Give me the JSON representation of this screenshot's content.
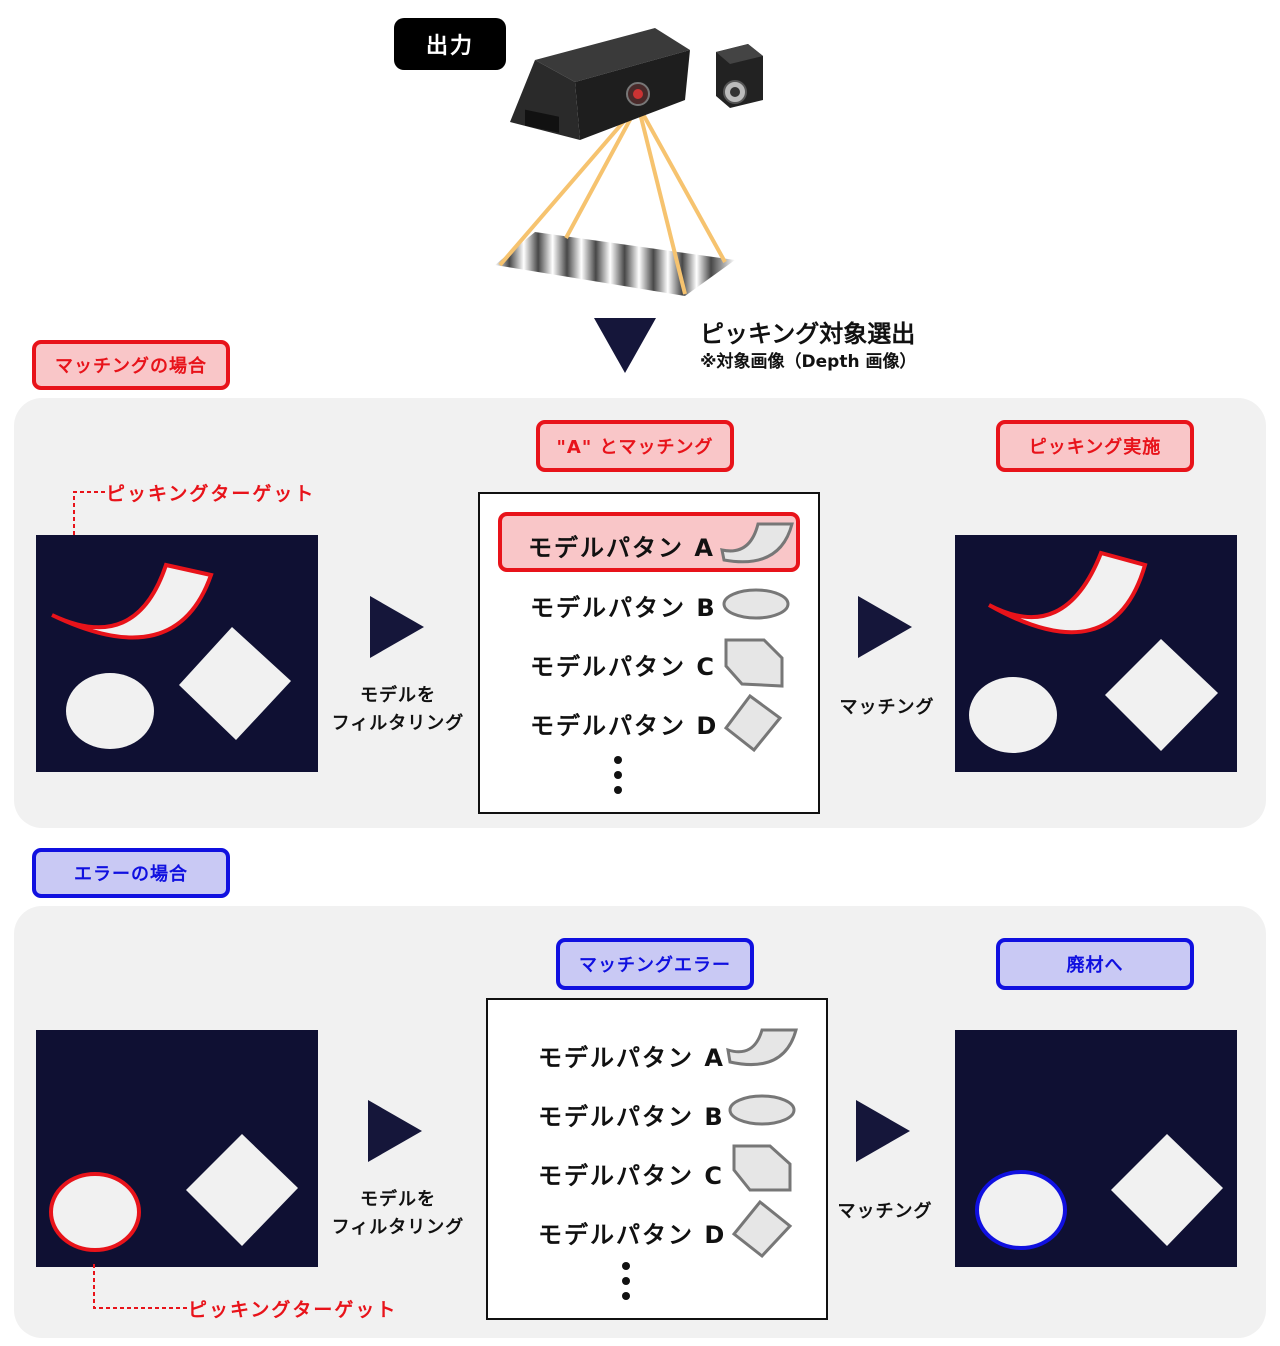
{
  "top": {
    "output_label": "出力",
    "heading": "ピッキング対象選出",
    "subheading": "※対象画像（Depth 画像）"
  },
  "match_section": {
    "tag": "マッチングの場合",
    "callout": "ピッキングターゲット",
    "step_filter": [
      "モデルを",
      "フィルタリング"
    ],
    "match_tag": "\"A\" とマッチング",
    "model_list": [
      "モデルパタン A",
      "モデルパタン B",
      "モデルパタン C",
      "モデルパタン D"
    ],
    "step_match": "マッチング",
    "result_tag": "ピッキング実施"
  },
  "error_section": {
    "tag": "エラーの場合",
    "callout": "ピッキングターゲット",
    "step_filter": [
      "モデルを",
      "フィルタリング"
    ],
    "match_tag": "マッチングエラー",
    "model_list": [
      "モデルパタン A",
      "モデルパタン B",
      "モデルパタン C",
      "モデルパタン D"
    ],
    "step_match": "マッチング",
    "result_tag": "廃材へ"
  },
  "colors": {
    "scene_bg": "#0f1033",
    "shape_fill": "#f1f1f1",
    "match_accent": "#e8131a",
    "error_accent": "#1010e0",
    "arrow": "#15163a",
    "beam": "#f6c36f"
  }
}
